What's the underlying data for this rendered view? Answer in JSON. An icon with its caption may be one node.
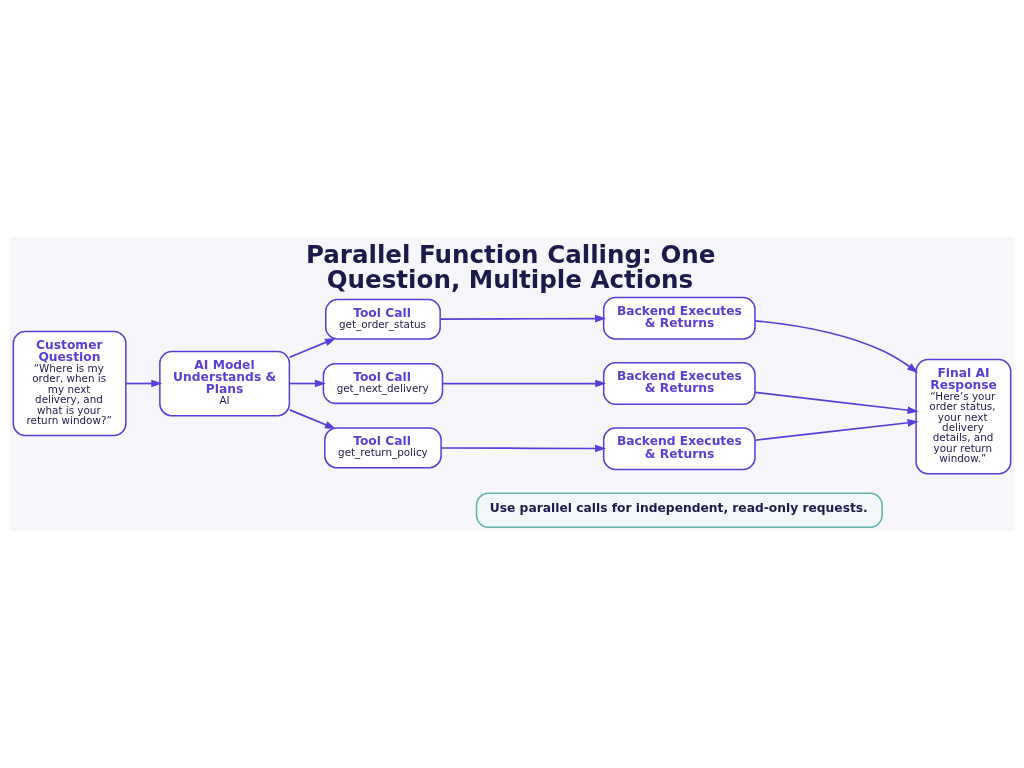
{
  "diagram": {
    "title": "Parallel Function Calling: One Question, Multiple Actions",
    "nodes": [
      {
        "text": [
          "Customer Question",
          "“Where is my order, when is my next delivery, and what is your return window?”"
        ]
      },
      {
        "text": [
          "AI Model Understands & Plans",
          "AI"
        ]
      },
      {
        "text": [
          "Tool Call",
          "get_order_status"
        ]
      },
      {
        "text": [
          "Backend Executes & Returns"
        ]
      },
      {
        "text": [
          "Tool Call",
          "get_next_delivery"
        ]
      },
      {
        "text": [
          "Backend Executes & Returns"
        ]
      },
      {
        "text": [
          "Tool Call",
          "get_return_policy"
        ]
      },
      {
        "text": [
          "Backend Executes & Returns"
        ]
      },
      {
        "text": [
          "Final AI Response",
          "“Here’s your order status, your next delivery details, and your return window.”"
        ]
      },
      {
        "text": [
          "Use parallel calls for independent, read-only requests."
        ]
      }
    ],
    "edges": [
      {
        "from": 0,
        "to": 1,
        "arrow": "to"
      },
      {
        "from": 1,
        "to": 2,
        "arrow": "to"
      },
      {
        "from": 1,
        "to": 4,
        "arrow": "to"
      },
      {
        "from": 1,
        "to": 6,
        "arrow": "to"
      },
      {
        "from": 2,
        "to": 3,
        "arrow": "to"
      },
      {
        "from": 4,
        "to": 5,
        "arrow": "to"
      },
      {
        "from": 6,
        "to": 7,
        "arrow": "to"
      },
      {
        "from": 3,
        "to": 8,
        "arrow": "to"
      },
      {
        "from": 5,
        "to": 8,
        "arrow": "to"
      },
      {
        "from": 7,
        "to": 8,
        "arrow": "to"
      }
    ]
  }
}
